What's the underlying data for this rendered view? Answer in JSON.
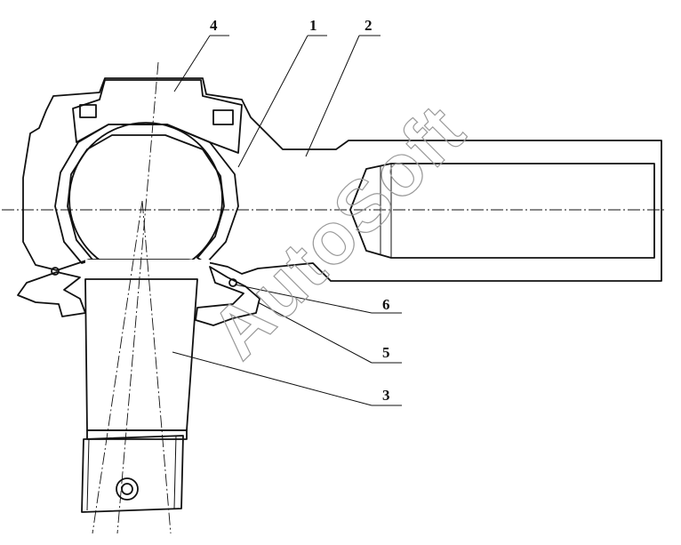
{
  "labels": {
    "l1": "1",
    "l2": "2",
    "l3": "3",
    "l4": "4",
    "l5": "5",
    "l6": "6"
  },
  "watermark": "AutoSoft",
  "colors": {
    "ink": "#111111",
    "watermark": "#9a9a9a",
    "background": "#ffffff"
  }
}
